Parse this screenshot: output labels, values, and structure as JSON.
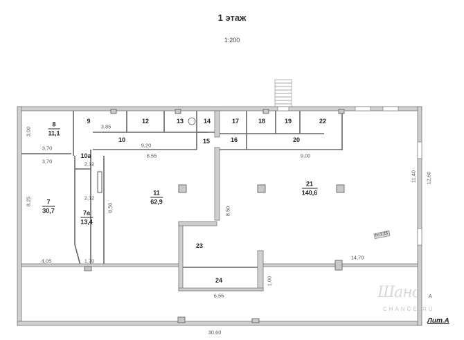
{
  "header": {
    "title": "1 этаж",
    "scale": "1:200"
  },
  "rooms": [
    {
      "id": "8",
      "area": "11,1"
    },
    {
      "id": "9",
      "area": ""
    },
    {
      "id": "10",
      "area": ""
    },
    {
      "id": "10a",
      "area": ""
    },
    {
      "id": "7",
      "area": "30,7"
    },
    {
      "id": "7a",
      "area": "13,4"
    },
    {
      "id": "11",
      "area": "62,9"
    },
    {
      "id": "12",
      "area": ""
    },
    {
      "id": "13",
      "area": ""
    },
    {
      "id": "14",
      "area": ""
    },
    {
      "id": "15",
      "area": ""
    },
    {
      "id": "16",
      "area": ""
    },
    {
      "id": "17",
      "area": ""
    },
    {
      "id": "18",
      "area": ""
    },
    {
      "id": "19",
      "area": ""
    },
    {
      "id": "20",
      "area": ""
    },
    {
      "id": "21",
      "area": "140,6"
    },
    {
      "id": "22",
      "area": ""
    },
    {
      "id": "23",
      "area": ""
    },
    {
      "id": "24",
      "area": ""
    }
  ],
  "room_labels": {
    "r8": "8",
    "r8_area": "11,1",
    "r9": "9",
    "r10": "10",
    "r10a": "10а",
    "r7": "7",
    "r7_area": "30,7",
    "r7a": "7а",
    "r7a_area": "13,4",
    "r11": "11",
    "r11_area": "62,9",
    "r12": "12",
    "r13": "13",
    "r14": "14",
    "r15": "15",
    "r16": "16",
    "r17": "17",
    "r18": "18",
    "r19": "19",
    "r20": "20",
    "r21": "21",
    "r21_area": "140,6",
    "r22": "22",
    "r23": "23",
    "r24": "24"
  },
  "dimensions": {
    "d_300": "3,00",
    "d_370a": "3,70",
    "d_370b": "3,70",
    "d_385": "3,85",
    "d_920": "9,20",
    "d_212a": "2,12",
    "d_212b": "2,12",
    "d_855": "8,55",
    "d_900": "9,00",
    "d_825": "8,25",
    "d_850a": "8,50",
    "d_850b": "8,50",
    "d_1140": "11,40",
    "d_1260": "12,60",
    "d_405": "4,05",
    "d_170": "1,70",
    "d_1470": "14,70",
    "d_100": "1,00",
    "d_655": "6,55",
    "d_3060": "30,60"
  },
  "annotations": {
    "ceiling_height": "h=3,25",
    "section_marker": "А",
    "building_letter": "Лит.А"
  },
  "watermark": {
    "script": "Шанс",
    "brand": "CHANCE.RU"
  }
}
